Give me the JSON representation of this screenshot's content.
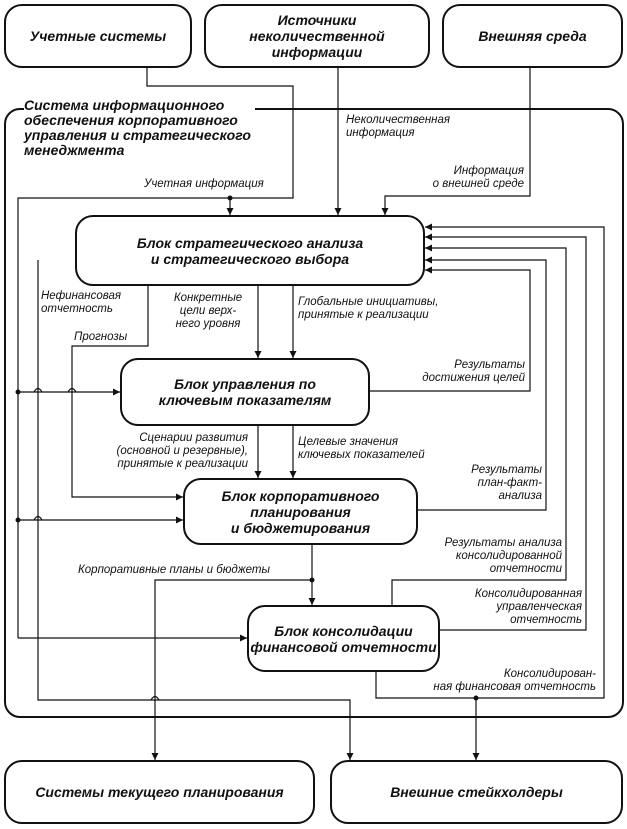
{
  "boxes": {
    "accounting_systems": "Учетные системы",
    "non_quantitative_sources": "Источники\nнеколичественной\nинформации",
    "external_environment": "Внешняя среда",
    "strategic_analysis": "Блок стратегического анализа\nи стратегического выбора",
    "kpi_management": "Блок управления по\nключевым показателям",
    "corporate_planning": "Блок корпоративного\nпланирования\nи бюджетирования",
    "consolidation": "Блок консолидации\nфинансовой отчетности",
    "current_planning_systems": "Системы текущего планирования",
    "external_stakeholders": "Внешние стейкхолдеры"
  },
  "system_title": "Система информационного\nобеспечения корпоративного\nуправления и стратегического\nменеджмента",
  "labels": {
    "non_quant_info": "Неколичественная\nинформация",
    "external_info": "Информация\nо внешней среде",
    "accounting_info": "Учетная информация",
    "non_financial": "Нефинансовая\nотчетность",
    "forecasts": "Прогнозы",
    "top_goals": "Конкретные\nцели верх-\nнего уровня",
    "global_initiatives": "Глобальные инициативы,\nпринятые к реализации",
    "goal_results": "Результаты\nдостижения целей",
    "scenarios": "Сценарии развития\n(основной и резервные),\nпринятые к реализации",
    "kpi_targets": "Целевые значения\nключевых показателей",
    "plan_fact": "Результаты\nплан-факт-\nанализа",
    "consolidated_analysis": "Результаты анализа\nконсолидированной\nотчетности",
    "corporate_plans": "Корпоративные планы и бюджеты",
    "consolidated_mgmt": "Консолидированная\nуправленческая\nотчетность",
    "consolidated_fin": "Консолидирован-\nная финансовая отчетность"
  }
}
